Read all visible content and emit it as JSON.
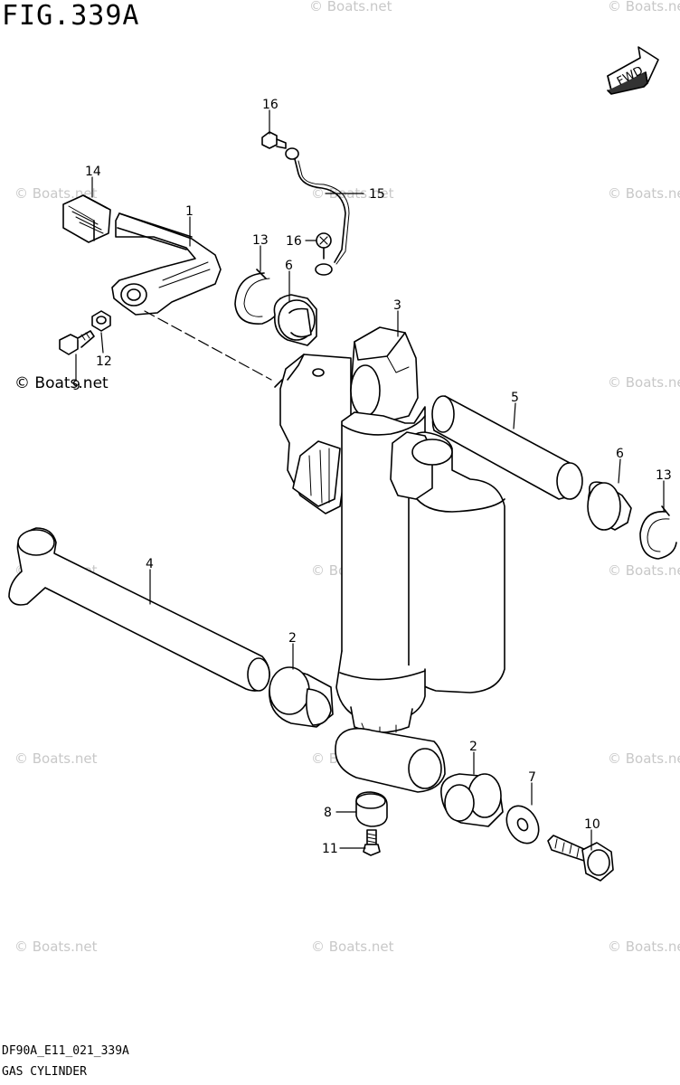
{
  "figure": {
    "title": "FIG.339A",
    "code": "DF90A_E11_021_339A",
    "name": "GAS CYLINDER",
    "direction": "FWD"
  },
  "watermark": "© Boats.net",
  "callouts": [
    "14",
    "1",
    "16",
    "15",
    "13",
    "16",
    "6",
    "12",
    "9",
    "3",
    "5",
    "6",
    "13",
    "4",
    "2",
    "2",
    "7",
    "10",
    "8",
    "11"
  ]
}
